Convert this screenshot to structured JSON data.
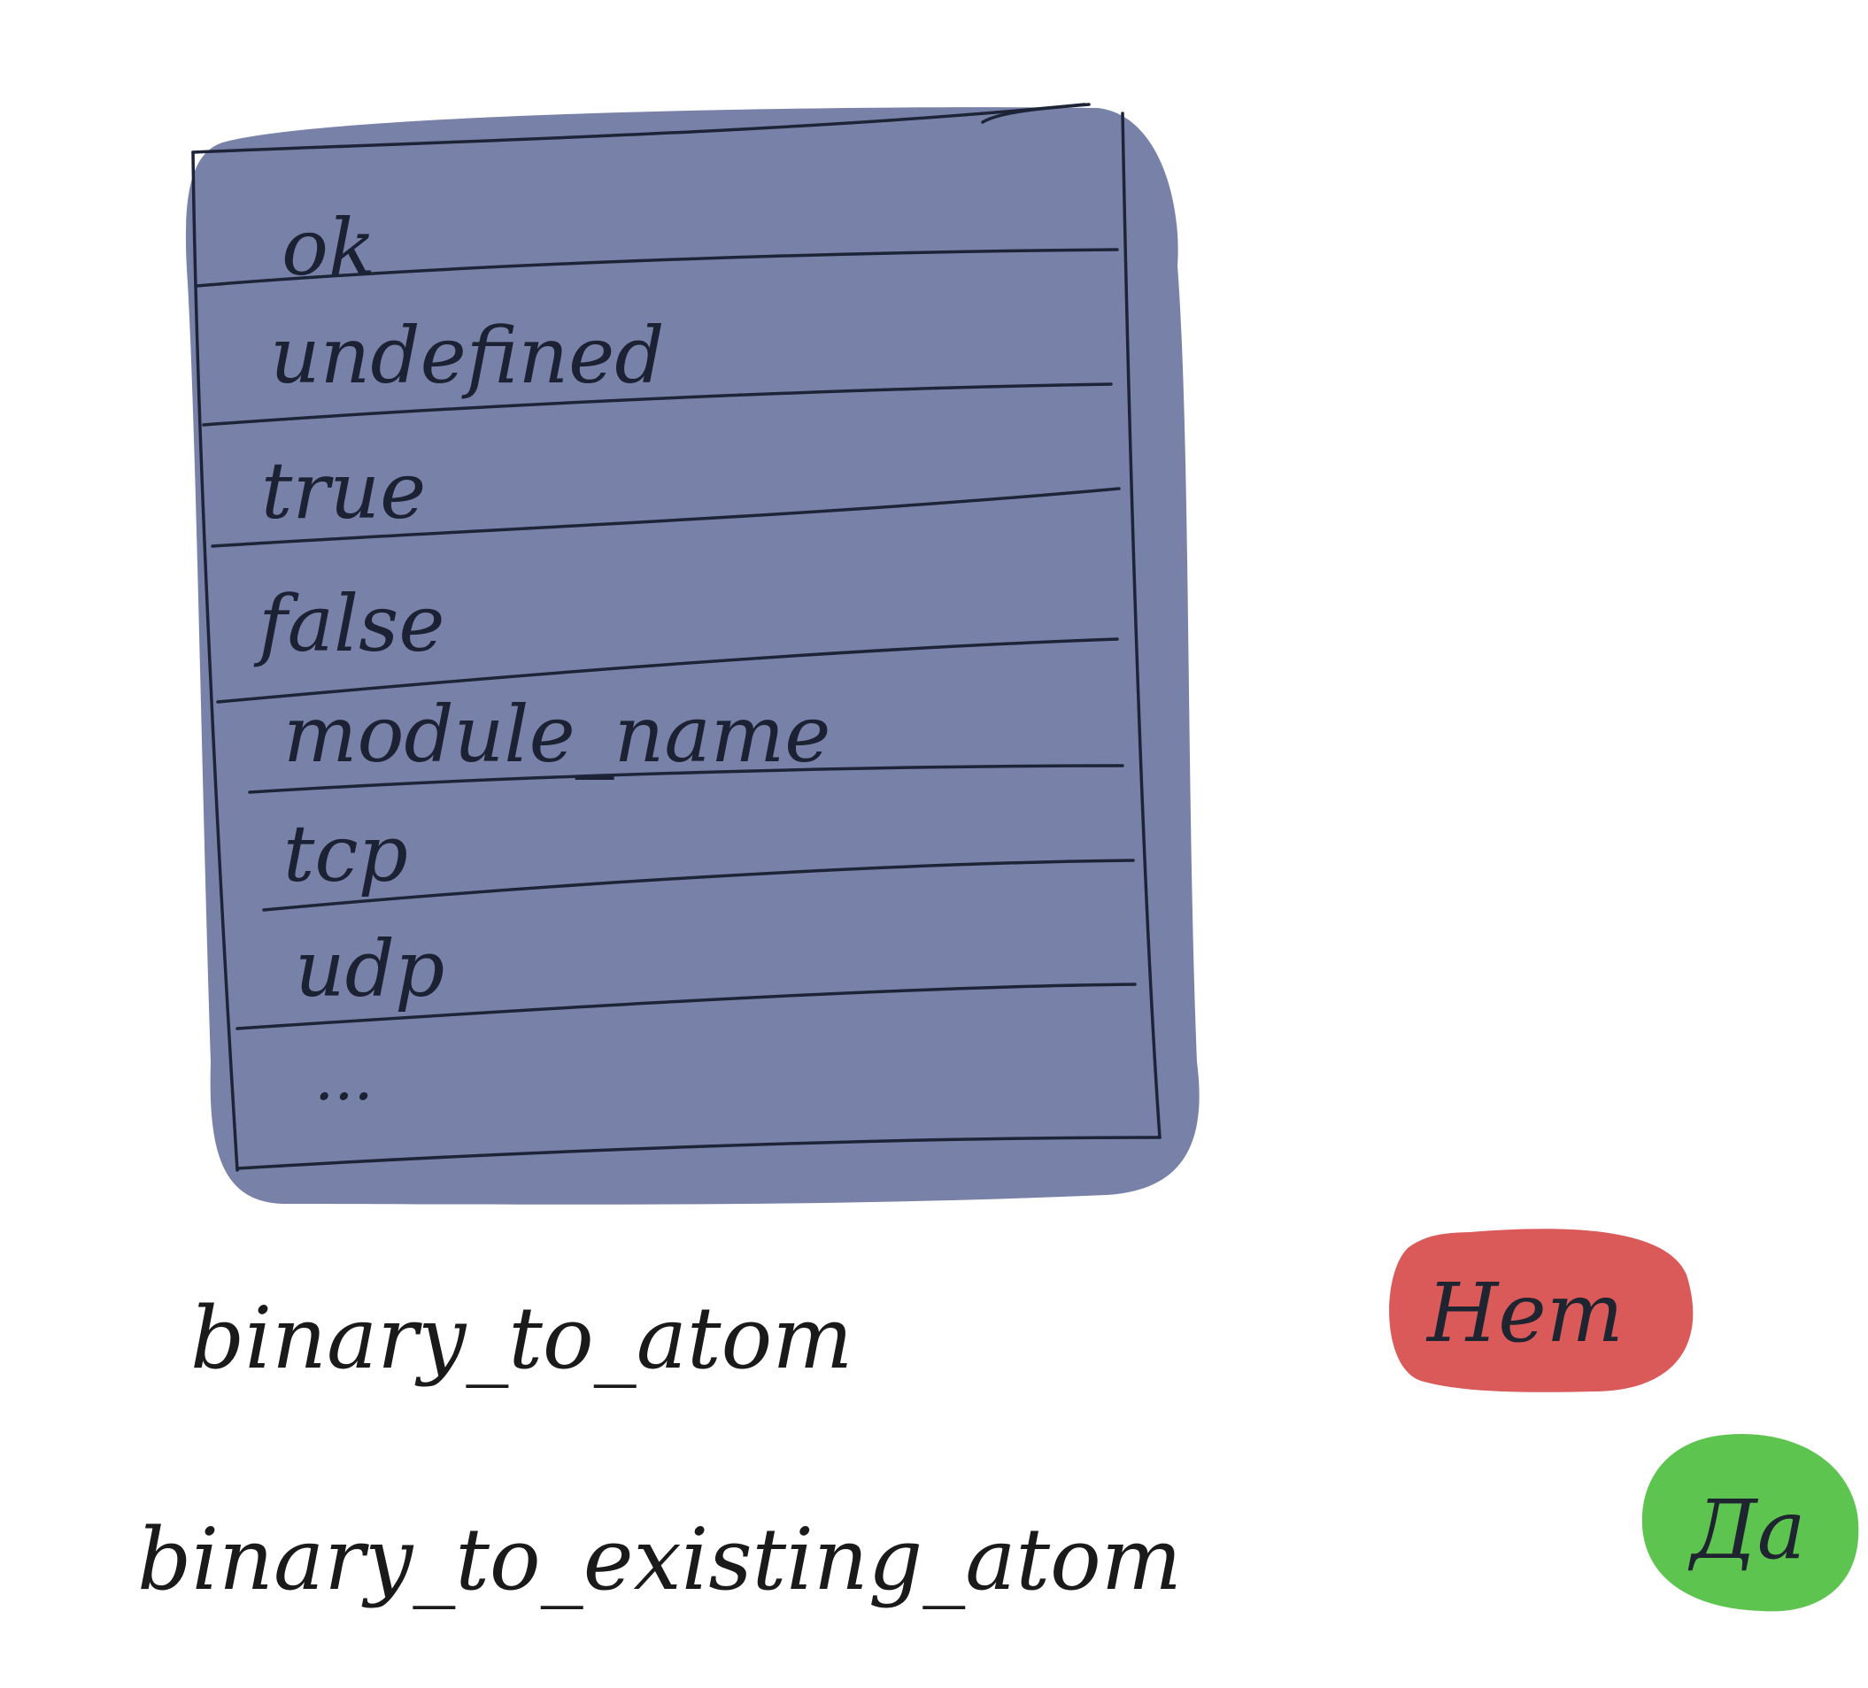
{
  "atom_table": {
    "rows": [
      "ok",
      "undefined",
      "true",
      "false",
      "module_name",
      "tcp",
      "udp"
    ],
    "ellipsis": "...",
    "fill_color": "#7882a8",
    "line_color": "#1d2438"
  },
  "functions": [
    {
      "name": "binary_to_atom",
      "badge": "Нет",
      "badge_color": "#d95a59",
      "badge_text_color": "#8a1c1e"
    },
    {
      "name": "binary_to_existing_atom",
      "badge": "Да",
      "badge_color": "#5ec450",
      "badge_text_color": "#2f6b24"
    }
  ]
}
